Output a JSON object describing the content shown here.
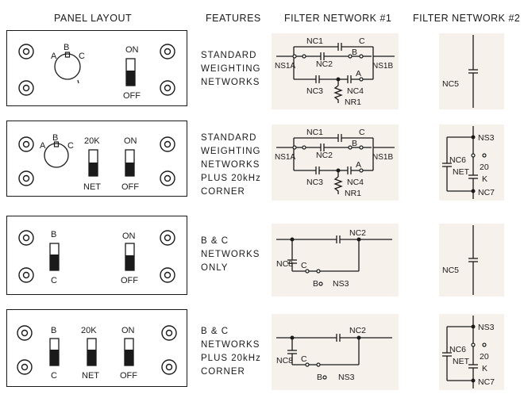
{
  "headers": {
    "panel_layout": "PANEL LAYOUT",
    "features": "FEATURES",
    "filter1": "FILTER NETWORK #1",
    "filter2": "FILTER NETWORK #2"
  },
  "rows": [
    {
      "features": [
        "STANDARD",
        "WEIGHTING",
        "NETWORKS"
      ],
      "panel": {
        "selector": [
          "A",
          "B",
          "C"
        ],
        "switches": [
          {
            "top": "ON",
            "bottom": "OFF"
          }
        ]
      },
      "f1": {
        "labels": [
          "NC1",
          "C",
          "NC2",
          "B",
          "NS1A",
          "NS1B",
          "A",
          "NC3",
          "NC4",
          "NR1"
        ]
      },
      "f2": {
        "labels": [
          "NC5"
        ]
      }
    },
    {
      "features": [
        "STANDARD",
        "WEIGHTING",
        "NETWORKS",
        "PLUS 20kHz",
        "CORNER"
      ],
      "panel": {
        "selector": [
          "A",
          "B",
          "C"
        ],
        "switches": [
          {
            "top": "20K",
            "bottom": "NET"
          },
          {
            "top": "ON",
            "bottom": "OFF"
          }
        ]
      },
      "f1": {
        "labels": [
          "NC1",
          "C",
          "NC2",
          "B",
          "NS1A",
          "NS1B",
          "A",
          "NC3",
          "NC4",
          "NR1"
        ]
      },
      "f2": {
        "labels": [
          "NS3",
          "NC6",
          "NET",
          "20",
          "K",
          "NC7"
        ]
      }
    },
    {
      "features": [
        "B & C",
        "NETWORKS",
        "ONLY"
      ],
      "panel": {
        "switches": [
          {
            "top": "B",
            "bottom": "C"
          },
          {
            "top": "ON",
            "bottom": "OFF"
          }
        ]
      },
      "f1": {
        "labels": [
          "NC2",
          "NC8",
          "C",
          "B",
          "NS3"
        ]
      },
      "f2": {
        "labels": [
          "NC5"
        ]
      }
    },
    {
      "features": [
        "B & C",
        "NETWORKS",
        "PLUS 20kHz",
        "CORNER"
      ],
      "panel": {
        "switches": [
          {
            "top": "B",
            "bottom": "C"
          },
          {
            "top": "20K",
            "bottom": "NET"
          },
          {
            "top": "ON",
            "bottom": "OFF"
          }
        ]
      },
      "f1": {
        "labels": [
          "NC2",
          "NC8",
          "C",
          "B",
          "NS3"
        ]
      },
      "f2": {
        "labels": [
          "NS3",
          "NC6",
          "NET",
          "20",
          "K",
          "NC7"
        ]
      }
    }
  ]
}
